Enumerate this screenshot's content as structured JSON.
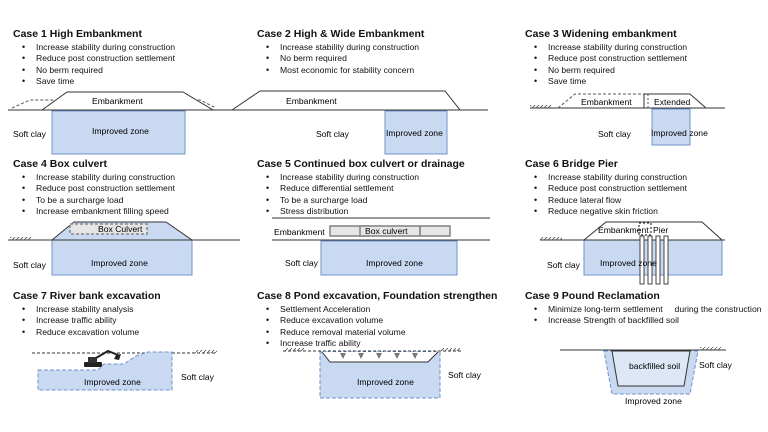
{
  "cases": [
    {
      "title": "Case  1 High Embankment",
      "bullets": [
        "Increase stability during construction",
        "Reduce post construction settlement",
        "No berm required",
        "Save time"
      ],
      "labels": {
        "embankment": "Embankment",
        "improved": "Improved zone",
        "soil": "Soft clay"
      }
    },
    {
      "title": "Case  2  High & Wide Embankment",
      "bullets": [
        "Increase stability during construction",
        "No berm required",
        "Most economic for stability concern"
      ],
      "labels": {
        "embankment": "Embankment",
        "improved": "Improved zone",
        "soil": "Soft clay"
      }
    },
    {
      "title": "Case  3  Widening embankment",
      "bullets": [
        "Increase stability during construction",
        "Reduce post construction settlement",
        "No berm required",
        "Save time"
      ],
      "labels": {
        "embankment": "Embankment",
        "extended": "Extended",
        "improved": "Improved zone",
        "soil": "Soft clay"
      }
    },
    {
      "title": "Case  4 Box culvert",
      "bullets": [
        "Increase stability during construction",
        "Reduce post construction settlement",
        "To be a surcharge load",
        "Increase embankment filling speed"
      ],
      "labels": {
        "culvert": "Box Culvert",
        "improved": "Improved zone",
        "soil": "Soft clay"
      }
    },
    {
      "title": "Case  5 Continued box culvert or drainage",
      "bullets": [
        "Increase stability during construction",
        "Reduce differential settlement",
        "To be a  surcharge load",
        "Stress distribution"
      ],
      "labels": {
        "embankment": "Embankment",
        "culvert": "Box culvert",
        "improved": "Improved zone",
        "soil": "Soft clay"
      }
    },
    {
      "title": "Case  6 Bridge Pier",
      "bullets": [
        "Increase stability during construction",
        "Reduce post construction settlement",
        "Reduce lateral flow",
        "Reduce negative skin friction"
      ],
      "labels": {
        "embankment": "Embankment",
        "pier": "Pier",
        "improved": "Improved zone",
        "soil": "Soft clay"
      }
    },
    {
      "title": "Case  7 River bank excavation",
      "bullets": [
        "Increase stability analysis",
        "Increase traffic ability",
        "Reduce excavation volume"
      ],
      "labels": {
        "improved": "Improved zone",
        "soil": "Soft clay"
      }
    },
    {
      "title": "Case  8 Pond excavation, Foundation strengthen",
      "bullets": [
        "Settlement Acceleration",
        "Reduce excavation volume",
        "Reduce removal material volume",
        "Increase traffic ability"
      ],
      "labels": {
        "improved": "Improved zone",
        "soil": "Soft clay"
      }
    },
    {
      "title": "Case  9 Pound Reclamation",
      "bullets": [
        "Minimize long-term settlement     during the construction",
        "Increase Strength of backfilled soil"
      ],
      "labels": {
        "backfill": "backfilled soil",
        "improved": "Improved zone",
        "soil": "Soft clay"
      }
    }
  ],
  "colors": {
    "zone_fill": "#c9d9f1",
    "zone_edge": "#6f93c9",
    "line": "#333333",
    "dash": "#666666"
  }
}
